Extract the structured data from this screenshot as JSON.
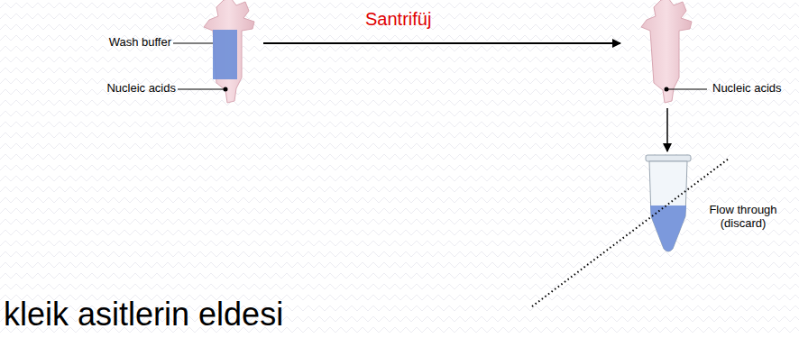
{
  "diagram": {
    "labels": [
      "Wash buffer",
      "Nucleic acids",
      "Santrifüj",
      "Nucleic acids",
      "Flow through (discard)",
      "kleik asitlerin eldesi"
    ]
  }
}
